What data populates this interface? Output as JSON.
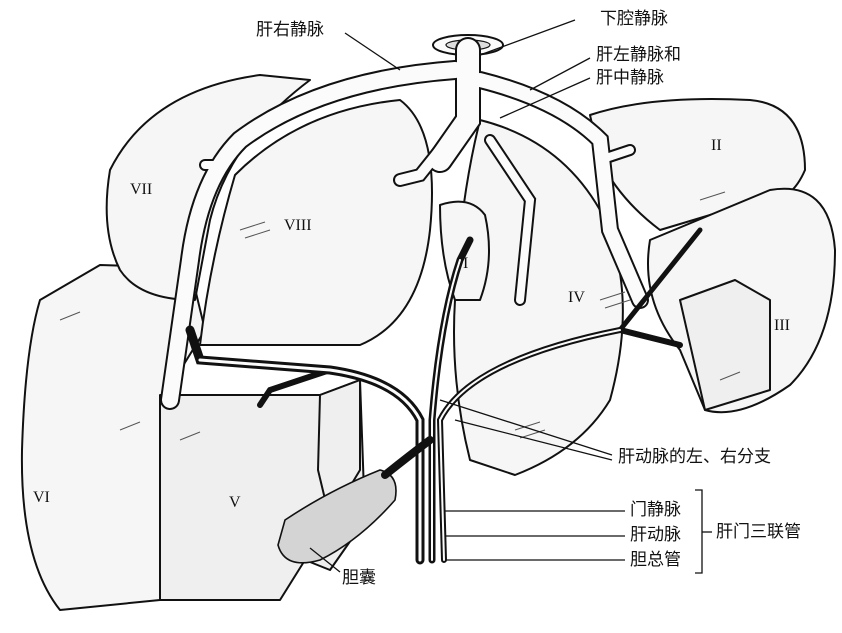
{
  "labels": {
    "right_hepatic_vein": "肝右静脉",
    "ivc": "下腔静脉",
    "left_middle_vein_1": "肝左静脉和",
    "left_middle_vein_2": "肝中静脉",
    "artery_branches": "肝动脉的左、右分支",
    "portal_vein": "门静脉",
    "hepatic_artery": "肝动脉",
    "common_bile_duct": "胆总管",
    "porta_triad": "肝门三联管",
    "gallbladder": "胆囊"
  },
  "segments": {
    "s1": "I",
    "s2": "II",
    "s3": "III",
    "s4": "IV",
    "s5": "V",
    "s6": "VI",
    "s7": "VII",
    "s8": "VIII"
  }
}
